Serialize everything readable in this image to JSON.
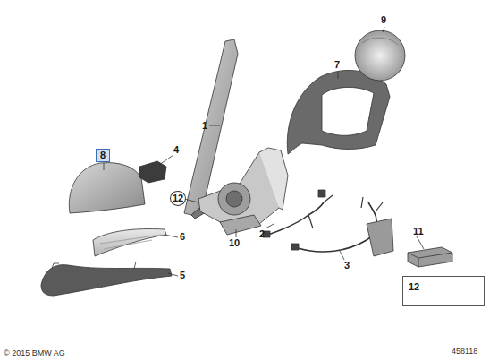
{
  "diagram": {
    "nodes": [
      {
        "text": [
          "8"
        ]
      },
      {
        "text": [
          "12"
        ]
      },
      {
        "text": [
          "12"
        ]
      }
    ],
    "labels": [
      "1",
      "2",
      "3",
      "4",
      "5",
      "6",
      "7",
      "9",
      "10",
      "11",
      "© 2015 BMW AG",
      "458118"
    ]
  }
}
